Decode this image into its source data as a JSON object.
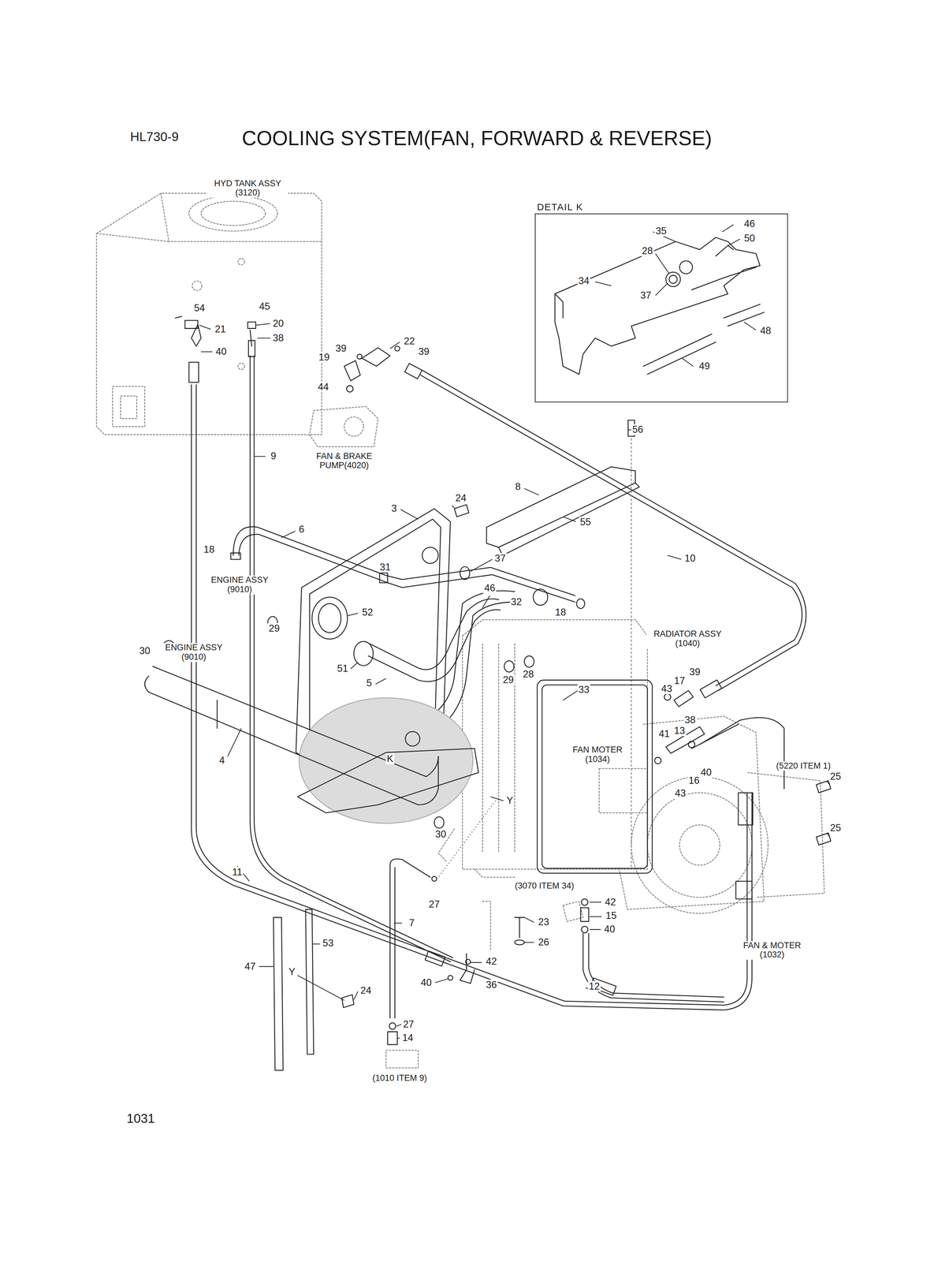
{
  "diagram": {
    "title": "COOLING SYSTEM(FAN, FORWARD & REVERSE)",
    "nodes": [
      {
        "text": [
          "DETAIL K"
        ]
      }
    ],
    "labels": [
      "HL730-9",
      "HYD TANK ASSY (3120)",
      "46",
      "35",
      "50",
      "28",
      "34",
      "37",
      "48",
      "49",
      "54",
      "45",
      "21",
      "20",
      "40",
      "38",
      "39",
      "22",
      "19",
      "39",
      "44",
      "FAN & BRAKE PUMP(4020)",
      "9",
      "56",
      "8",
      "24",
      "3",
      "6",
      "55",
      "18",
      "ENGINE ASSY (9010)",
      "37",
      "31",
      "10",
      "46",
      "32",
      "18",
      "29",
      "52",
      "RADIATOR ASSY (1040)",
      "30",
      "ENGINE ASSY (9010)",
      "29",
      "28",
      "51",
      "5",
      "33",
      "43",
      "17",
      "39",
      "38",
      "41",
      "13",
      "FAN MOTER (1034)",
      "40",
      "16",
      "43",
      "(5220 ITEM 1)",
      "25",
      "K",
      "4",
      "Y",
      "30",
      "25",
      "11",
      "27",
      "(3070 ITEM 34)",
      "42",
      "15",
      "23",
      "40",
      "26",
      "FAN & MOTER (1032)",
      "7",
      "53",
      "47",
      "Y",
      "42",
      "40",
      "36",
      "24",
      "12",
      "27",
      "14",
      "(1010 ITEM 9)",
      "1031"
    ]
  }
}
